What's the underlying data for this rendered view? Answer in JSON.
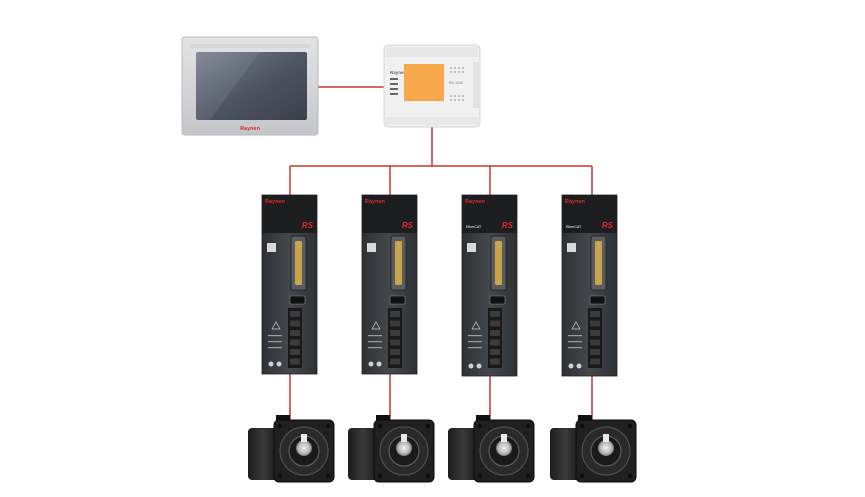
{
  "hmi": {
    "brand": "Raynen"
  },
  "plc": {
    "brand": "Raynen",
    "model": "RX-1000"
  },
  "wiring": {
    "color": "#c0392b"
  },
  "drives": [
    {
      "brand": "Raynen",
      "series": "RS",
      "sub": ""
    },
    {
      "brand": "Raynen",
      "series": "RS",
      "sub": ""
    },
    {
      "brand": "Raynen",
      "series": "RS",
      "sub": "EtherCAT"
    },
    {
      "brand": "Raynen",
      "series": "RS",
      "sub": "EtherCAT"
    }
  ],
  "motors": [
    {
      "name": "servo-motor-1"
    },
    {
      "name": "servo-motor-2"
    },
    {
      "name": "servo-motor-3"
    },
    {
      "name": "servo-motor-4"
    }
  ],
  "colors": {
    "accent_red": "#e02a2a",
    "plc_display": "#f7a84b",
    "drive_body": "#3a3d40",
    "hmi_frame": "#cfd1d4",
    "hmi_screen": "#5b6270"
  }
}
